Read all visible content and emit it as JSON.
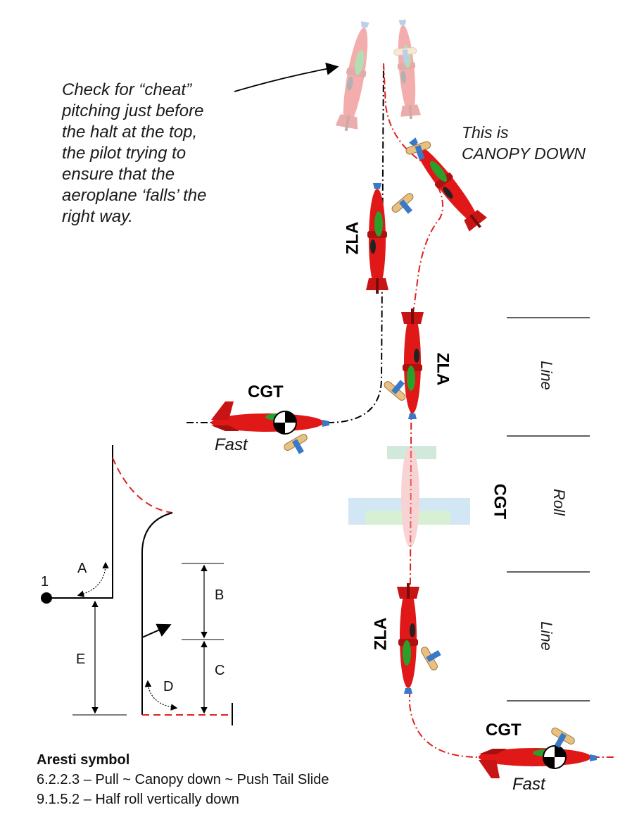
{
  "notes": {
    "cheat": [
      "Check for “cheat”",
      "pitching just before",
      "the halt at the top,",
      "the pilot trying to",
      "ensure that the",
      "aeroplane ‘falls’ the",
      "right way."
    ],
    "canopy": [
      "This is",
      "CANOPY DOWN"
    ]
  },
  "tags": {
    "zla_top": "ZLA",
    "zla_mid": "ZLA",
    "zla_low": "ZLA",
    "cgt_entry": "CGT",
    "cgt_roll": "CGT",
    "cgt_exit": "CGT"
  },
  "phases": {
    "line_top": "Line",
    "roll": "Roll",
    "line_bottom": "Line"
  },
  "speed": {
    "entry": "Fast",
    "exit": "Fast"
  },
  "aresti": {
    "number": "1",
    "labels": {
      "a": "A",
      "b": "B",
      "c": "C",
      "d": "D",
      "e": "E"
    }
  },
  "legend": {
    "title": "Aresti symbol",
    "line1": "6.2.2.3 – Pull ~ Canopy down ~ Push Tail Slide",
    "line2": "9.1.5.2 – Half roll vertically down"
  },
  "colors": {
    "aircraft": "#e01818",
    "trail_red": "#e02020",
    "trail_black": "#000000",
    "canopy": "#2aa02a",
    "prop": "#e8c080"
  }
}
